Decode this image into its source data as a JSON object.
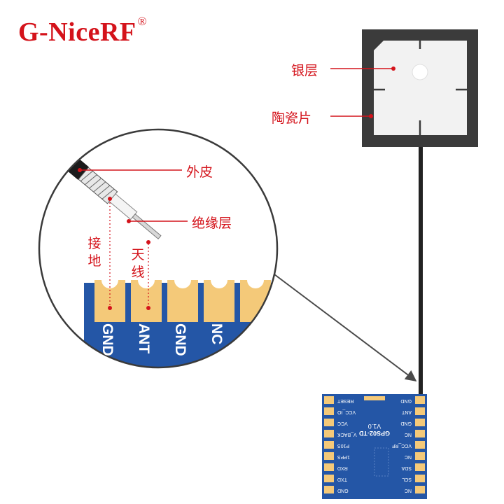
{
  "brand": {
    "name": "G-NiceRF",
    "mark": "®"
  },
  "patch_labels": {
    "silver": "银层",
    "ceramic": "陶瓷片"
  },
  "cable_labels": {
    "jacket": "外皮",
    "insulation": "绝缘层",
    "ground": "接地",
    "antenna": "天线"
  },
  "zoom_pins": [
    "GND",
    "ANT",
    "GND",
    "NC"
  ],
  "module": {
    "title": "GPS02-TD",
    "version": "V1.0",
    "left_pins": [
      "RESET",
      "VCC_IO",
      "VCC",
      "V_BACK",
      "P10S",
      "1PPS",
      "RXD",
      "TXD",
      "GND"
    ],
    "right_pins": [
      "GND",
      "ANT",
      "GND",
      "NC",
      "VCC_RF",
      "NC",
      "SDA",
      "SCL",
      "NC"
    ]
  },
  "colors": {
    "accent": "#d4131b",
    "pcb": "#2456a6",
    "gold": "#f4c979",
    "patch": "#3a3a3a"
  }
}
